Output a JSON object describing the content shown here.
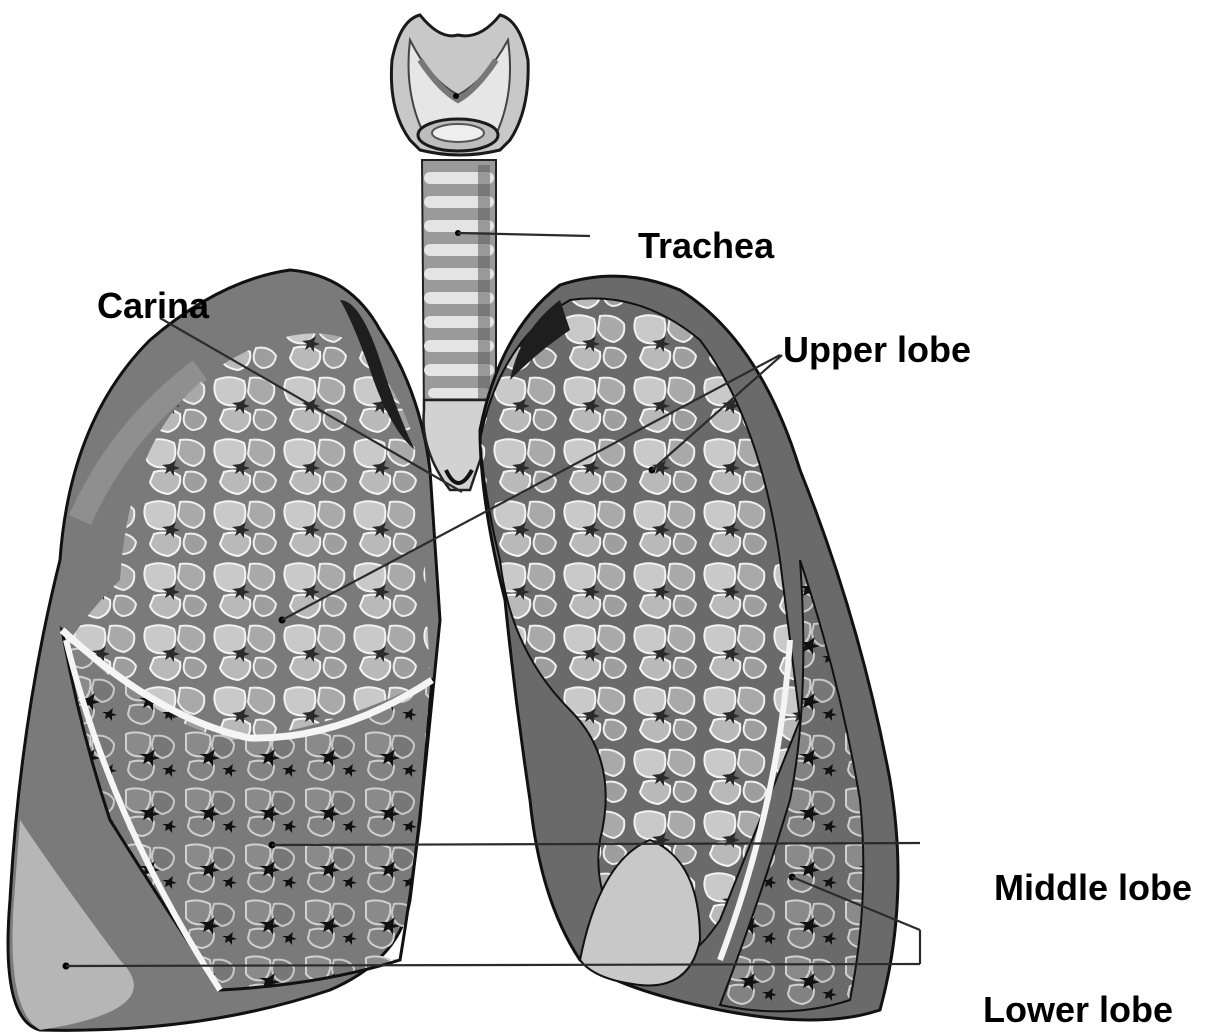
{
  "labels": {
    "trachea": "Trachea",
    "carina": "Carina",
    "upper_lobe": "Upper lobe",
    "middle_lobe": "Middle lobe",
    "lower_lobe": "Lower lobe"
  },
  "colors": {
    "background": "#ffffff",
    "lung_dark": "#6e6e6e",
    "lung_mid": "#8d8d8d",
    "lung_light": "#b4b4b4",
    "lung_pale": "#d6d6d6",
    "highlight": "#f4f4f4",
    "outline": "#1a1a1a"
  }
}
